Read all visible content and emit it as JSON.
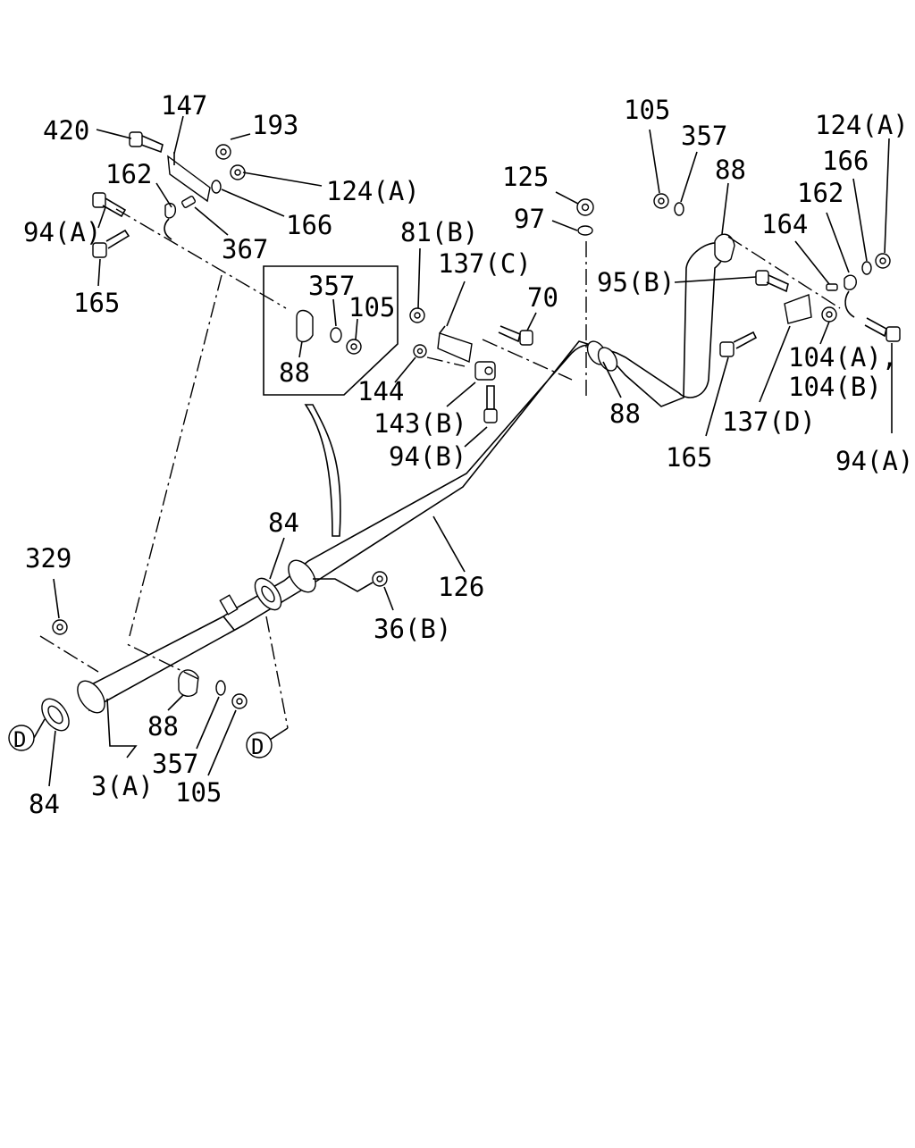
{
  "labels": {
    "l420": "420",
    "l147": "147",
    "l193": "193",
    "l124a_left": "124(A)",
    "l162_left": "162",
    "l94a_left": "94(A)",
    "l166_left": "166",
    "l367": "367",
    "l165_left": "165",
    "l357_inset": "357",
    "l105_inset": "105",
    "l88_inset": "88",
    "l125": "125",
    "l97": "97",
    "l81b": "81(B)",
    "l137c": "137(C)",
    "l70": "70",
    "l144": "144",
    "l143b": "143(B)",
    "l94b": "94(B)",
    "l105_right": "105",
    "l357_right": "357",
    "l88_right_top": "88",
    "l124a_right": "124(A)",
    "l166_right": "166",
    "l162_right": "162",
    "l164": "164",
    "l95b": "95(B)",
    "l104a": "104(A),",
    "l104b": "104(B)",
    "l137d": "137(D)",
    "l88_mid": "88",
    "l165_right": "165",
    "l94a_right": "94(A)",
    "l84_top": "84",
    "l126": "126",
    "l36b": "36(B)",
    "l329": "329",
    "l88_bottom": "88",
    "l357_bottom": "357",
    "l105_bottom": "105",
    "l3a": "3(A)",
    "l84_bottom": "84",
    "lD_left": "D",
    "lD_right": "D"
  }
}
